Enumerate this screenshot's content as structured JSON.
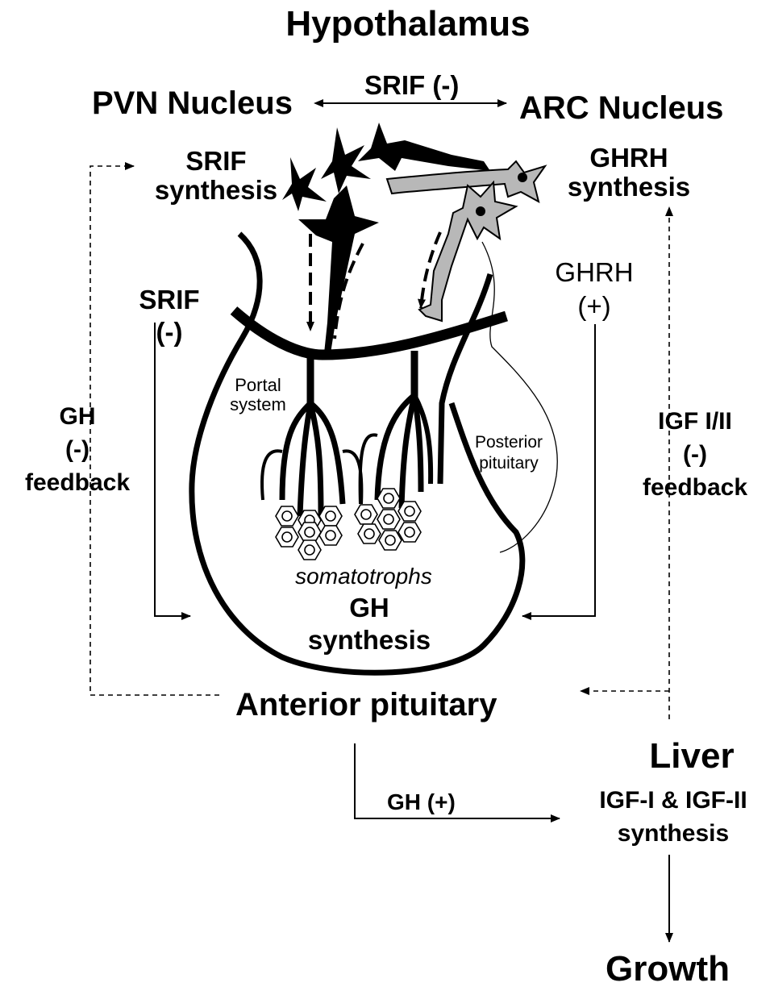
{
  "labels": {
    "hypothalamus": "Hypothalamus",
    "pvn": "PVN Nucleus",
    "srif_between": "SRIF (-)",
    "arc": "ARC Nucleus",
    "srif_synth_1": "SRIF",
    "srif_synth_2": "synthesis",
    "ghrh_synth_1": "GHRH",
    "ghrh_synth_2": "synthesis",
    "srif_left_1": "SRIF",
    "srif_left_2": "(-)",
    "ghrh_right_1": "GHRH",
    "ghrh_right_2": "(+)",
    "portal_1": "Portal",
    "portal_2": "system",
    "posterior_1": "Posterior",
    "posterior_2": "pituitary",
    "gh_fb_1": "GH",
    "gh_fb_2": "(-)",
    "gh_fb_3": "feedback",
    "igf_fb_1": "IGF I/II",
    "igf_fb_2": "(-)",
    "igf_fb_3": "feedback",
    "somatotrophs": "somatotrophs",
    "gh_synth_1": "GH",
    "gh_synth_2": "synthesis",
    "anterior": "Anterior pituitary",
    "liver": "Liver",
    "gh_plus": "GH (+)",
    "igf_synth_1": "IGF-I & IGF-II",
    "igf_synth_2": "synthesis",
    "growth": "Growth"
  },
  "colors": {
    "ink": "#000000",
    "arc_neuron_fill": "#b8b8b8",
    "background": "#ffffff"
  }
}
